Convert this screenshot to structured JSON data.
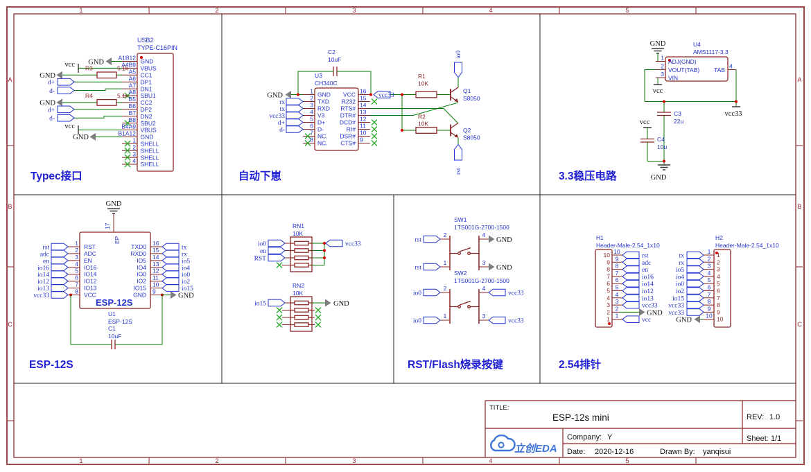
{
  "frame": {
    "cols": [
      "1",
      "2",
      "3",
      "4",
      "5"
    ],
    "rows": [
      "A",
      "B",
      "C"
    ]
  },
  "typec": {
    "title": "Typec接口",
    "usb": {
      "ref": "USB2",
      "part": "TYPE-C16PIN",
      "pins": [
        {
          "n": "A1B12",
          "m": "GND"
        },
        {
          "n": "A4B9",
          "m": "VBUS"
        },
        {
          "n": "A5",
          "m": "CC1"
        },
        {
          "n": "A6",
          "m": "DP1"
        },
        {
          "n": "A7",
          "m": "DN1"
        },
        {
          "n": "A8",
          "m": "SBU1"
        },
        {
          "n": "B5",
          "m": "CC2"
        },
        {
          "n": "B6",
          "m": "DP2"
        },
        {
          "n": "B7",
          "m": "DN2"
        },
        {
          "n": "B8",
          "m": "SBU2"
        },
        {
          "n": "B4A9",
          "m": "VBUS"
        },
        {
          "n": "B1A12",
          "m": "GND"
        },
        {
          "n": "1",
          "m": "SHELL"
        },
        {
          "n": "2",
          "m": "SHELL"
        },
        {
          "n": "3",
          "m": "SHELL"
        },
        {
          "n": "4",
          "m": "SHELL"
        }
      ]
    },
    "r3": {
      "ref": "R3",
      "val": "5.1k"
    },
    "r4": {
      "ref": "R4",
      "val": "5.1k"
    },
    "nets": {
      "gnd": "GND",
      "vcc": "vcc",
      "dp": "d+",
      "dm": "d-"
    }
  },
  "auto": {
    "title": "自动下崽",
    "c2": {
      "ref": "C2",
      "val": "10uF"
    },
    "u3": {
      "ref": "U3",
      "part": "CH340C",
      "left": [
        {
          "n": "1",
          "m": "GND"
        },
        {
          "n": "2",
          "m": "TXD"
        },
        {
          "n": "3",
          "m": "RXD"
        },
        {
          "n": "4",
          "m": "V3"
        },
        {
          "n": "5",
          "m": "D+"
        },
        {
          "n": "6",
          "m": "D-"
        },
        {
          "n": "7",
          "m": "NC."
        },
        {
          "n": "8",
          "m": "NC."
        }
      ],
      "right": [
        {
          "n": "16",
          "m": "VCC"
        },
        {
          "n": "15",
          "m": "R232"
        },
        {
          "n": "14",
          "m": "RTS#"
        },
        {
          "n": "13",
          "m": "DTR#"
        },
        {
          "n": "12",
          "m": "DCD#"
        },
        {
          "n": "11",
          "m": "RI#"
        },
        {
          "n": "10",
          "m": "DSR#"
        },
        {
          "n": "9",
          "m": "CTS#"
        }
      ]
    },
    "r1": {
      "ref": "R1",
      "val": "10K"
    },
    "r2": {
      "ref": "R2",
      "val": "10K"
    },
    "q1": {
      "ref": "Q1",
      "part": "S8050"
    },
    "q2": {
      "ref": "Q2",
      "part": "S8050"
    },
    "nets": {
      "gnd": "GND",
      "rx": "rx",
      "tx": "tx",
      "vcc33": "vcc33",
      "dp": "d+",
      "dm": "d-",
      "vcc33r": "vcc33",
      "io0": "io0",
      "rst": "rst"
    }
  },
  "reg": {
    "title": "3.3稳压电路",
    "u4": {
      "ref": "U4",
      "part": "AMS1117-3.3",
      "p1n": "1",
      "p1": "ADJ(GND)",
      "p2n": "2",
      "p2": "VOUT(TAB)",
      "p3n": "3",
      "p3": "VIN",
      "p4n": "4",
      "p4": "TAB"
    },
    "c3": {
      "ref": "C3",
      "val": "22u"
    },
    "c4": {
      "ref": "C4",
      "val": "10u"
    },
    "nets": {
      "gnd_top": "GND",
      "gnd_bot": "GND",
      "vcc_in": "vcc",
      "vcc_mid": "vcc",
      "vcc33": "vcc33"
    }
  },
  "esp": {
    "title": "ESP-12S",
    "u1": {
      "ref": "U1",
      "part": "ESP-12S",
      "chip": "ESP-12S",
      "ep_n": "17",
      "ep": "EP",
      "left": [
        {
          "n": "1",
          "m": "RST",
          "t": "rst"
        },
        {
          "n": "2",
          "m": "ADC",
          "t": "adc"
        },
        {
          "n": "3",
          "m": "EN",
          "t": "en"
        },
        {
          "n": "4",
          "m": "IO16",
          "t": "io16"
        },
        {
          "n": "5",
          "m": "IO14",
          "t": "io14"
        },
        {
          "n": "6",
          "m": "IO12",
          "t": "io12"
        },
        {
          "n": "7",
          "m": "IO13",
          "t": "io13"
        },
        {
          "n": "8",
          "m": "VCC",
          "t": "vcc33"
        }
      ],
      "right": [
        {
          "n": "16",
          "m": "TXD0",
          "t": "tx"
        },
        {
          "n": "15",
          "m": "RXD0",
          "t": "rx"
        },
        {
          "n": "14",
          "m": "IO5",
          "t": "io5"
        },
        {
          "n": "13",
          "m": "IO4",
          "t": "io4"
        },
        {
          "n": "12",
          "m": "IO0",
          "t": "io0"
        },
        {
          "n": "11",
          "m": "IO2",
          "t": "io2"
        },
        {
          "n": "10",
          "m": "IO15",
          "t": "io15"
        },
        {
          "n": "9",
          "m": "GND",
          "t": "GND"
        }
      ]
    },
    "c1": {
      "ref": "C1",
      "val": "10uF"
    },
    "gnd_top": "GND"
  },
  "rn": {
    "rn1": {
      "ref": "RN1",
      "val": "10K",
      "nets": [
        "io0",
        "en",
        "RST"
      ],
      "net_r": "vcc33"
    },
    "rn2": {
      "ref": "RN2",
      "val": "10K",
      "net_l": "io15",
      "net_r": "GND"
    }
  },
  "sw": {
    "title": "RST/Flash烧录按键",
    "sw1": {
      "ref": "SW1",
      "part": "1TS001G-2700-1500",
      "p2": "2",
      "p1": "1",
      "p4": "4",
      "p3": "3",
      "net_l": "rst",
      "net_r": "GND"
    },
    "sw2": {
      "ref": "SW2",
      "part": "1TS001G-2700-1500",
      "p2": "2",
      "p1": "1",
      "p4": "4",
      "p3": "3",
      "net_l": "io0",
      "net_r": "vcc33"
    }
  },
  "hdr": {
    "title": "2.54排针",
    "h1": {
      "ref": "H1",
      "part": "Header-Male-2.54_1x10",
      "rows": [
        {
          "o": "10",
          "i": "10",
          "t": "rst"
        },
        {
          "o": "9",
          "i": "9",
          "t": "adc"
        },
        {
          "o": "8",
          "i": "8",
          "t": "en"
        },
        {
          "o": "7",
          "i": "7",
          "t": "io16"
        },
        {
          "o": "6",
          "i": "6",
          "t": "io14"
        },
        {
          "o": "5",
          "i": "5",
          "t": "io12"
        },
        {
          "o": "4",
          "i": "4",
          "t": "io13"
        },
        {
          "o": "3",
          "i": "3",
          "t": "vcc33"
        },
        {
          "o": "2",
          "i": "2",
          "t": "GND"
        },
        {
          "o": "1",
          "i": "1",
          "t": "vcc"
        }
      ]
    },
    "h2": {
      "ref": "H2",
      "part": "Header-Male-2.54_1x10",
      "rows": [
        {
          "o": "1",
          "i": "1",
          "t": "tx"
        },
        {
          "o": "2",
          "i": "2",
          "t": "rx"
        },
        {
          "o": "3",
          "i": "3",
          "t": "io5"
        },
        {
          "o": "4",
          "i": "4",
          "t": "io4"
        },
        {
          "o": "5",
          "i": "5",
          "t": "io0"
        },
        {
          "o": "6",
          "i": "6",
          "t": "io2"
        },
        {
          "o": "7",
          "i": "7",
          "t": "io15"
        },
        {
          "o": "8",
          "i": "8",
          "t": "vcc33"
        },
        {
          "o": "9",
          "i": "9",
          "t": "vcc33"
        },
        {
          "o": "10",
          "i": "10",
          "t": "GND"
        }
      ]
    }
  },
  "tb": {
    "title_label": "TITLE:",
    "title": "ESP-12s mini",
    "rev_label": "REV:",
    "rev": "1.0",
    "company_label": "Company:",
    "company": "Y",
    "sheet_label": "Sheet:",
    "sheet": "1/1",
    "date_label": "Date:",
    "date": "2020-12-16",
    "drawn_label": "Drawn By:",
    "drawn": "yanqisui",
    "logo": "立创EDA"
  },
  "colors": {
    "wire": "#007a00",
    "outline": "#8a2525",
    "blue": "#2233cc",
    "noconnect": "#2fae2f",
    "junction": "#d40000",
    "frame": "#9a4a4a",
    "title_blue": "#1f1fd6",
    "logo_blue": "#3f74d8"
  }
}
